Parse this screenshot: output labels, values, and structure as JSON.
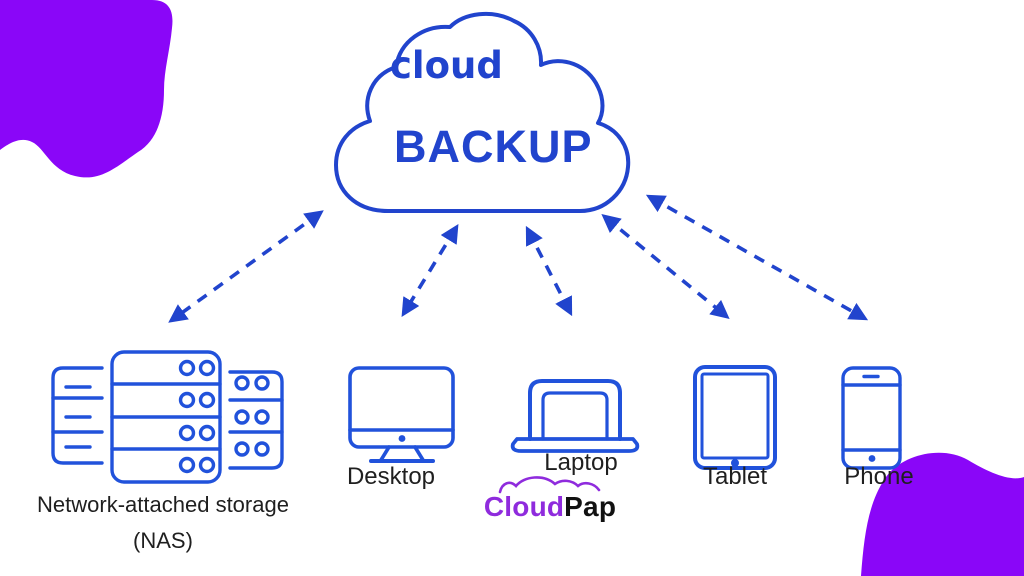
{
  "title": {
    "line1": "cloud",
    "line2": "BACKUP"
  },
  "devices": {
    "nas": {
      "label_line1": "Network-attached storage",
      "label_line2": "(NAS)",
      "icon": "nas-server-icon"
    },
    "desktop": {
      "label": "Desktop",
      "icon": "desktop-monitor-icon"
    },
    "laptop": {
      "label": "Laptop",
      "icon": "laptop-icon"
    },
    "tablet": {
      "label": "Tablet",
      "icon": "tablet-icon"
    },
    "phone": {
      "label": "Phone",
      "icon": "smartphone-icon"
    }
  },
  "logo": {
    "part1": "Cloud",
    "part2": "Pap",
    "icon": "cloud-squiggle-icon"
  },
  "arrows": {
    "count": 5,
    "style": "dashed-double-headed"
  },
  "colors": {
    "diagram_blue": "#2144CD",
    "icon_blue": "#2152DB",
    "blob_purple": "#8A06F8",
    "logo_purple": "#8F2BDD",
    "label_black": "#1F1F1F",
    "background": "#FFFFFF"
  }
}
